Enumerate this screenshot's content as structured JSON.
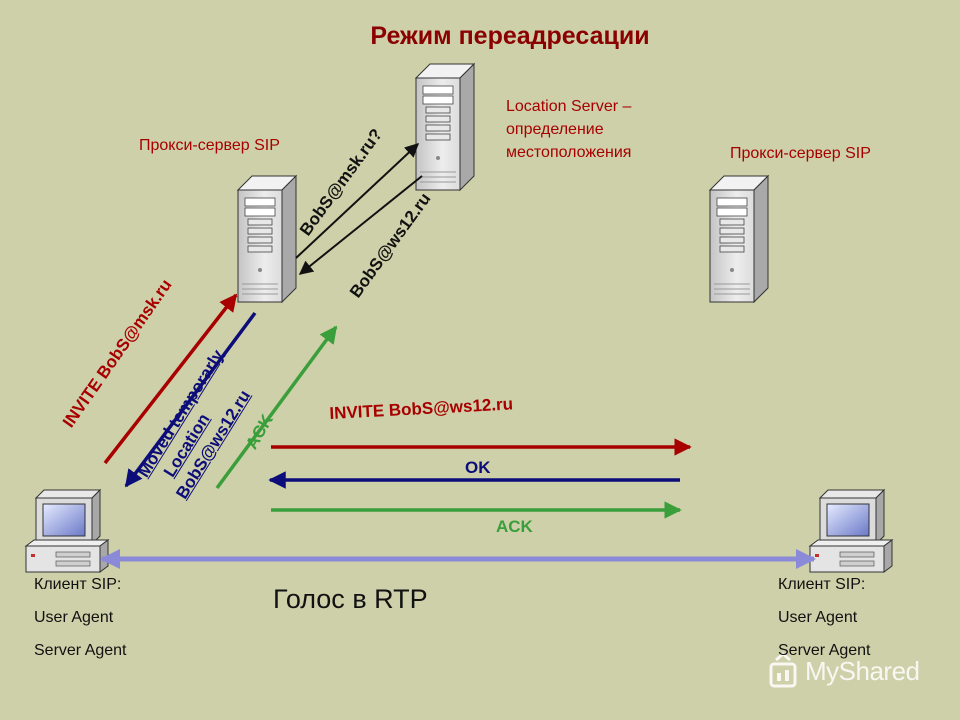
{
  "title": "Режим переадресации",
  "labels": {
    "proxy_left": "Прокси-сервер SIP",
    "proxy_right": "Прокси-сервер SIP",
    "location_server": [
      "Location Server –",
      "определение",
      "местоположения"
    ],
    "client_left": [
      "Клиент SIP:",
      "User Agent",
      "Server Agent"
    ],
    "client_right": [
      "Клиент SIP:",
      "User Agent",
      "Server Agent"
    ],
    "voice": "Голос в RTP",
    "watermark": "MyShared"
  },
  "messages": {
    "query": "BobS@msk.ru?",
    "reply": "BobS@ws12.ru",
    "invite_proxy": "INVITE BobS@msk.ru",
    "moved_line1": "Moved temporarly",
    "moved_line2": "Location",
    "moved_line3": "BobS@ws12.ru",
    "ack_proxy": "ACK",
    "invite_direct": "INVITE BobS@ws12.ru",
    "ok": "OK",
    "ack_direct": "ACK"
  },
  "colors": {
    "background": "#cdd0a9",
    "red": "#a80000",
    "navy": "#0d0d7a",
    "green": "#3a9e3a",
    "rtp": "#8a8ad8"
  }
}
